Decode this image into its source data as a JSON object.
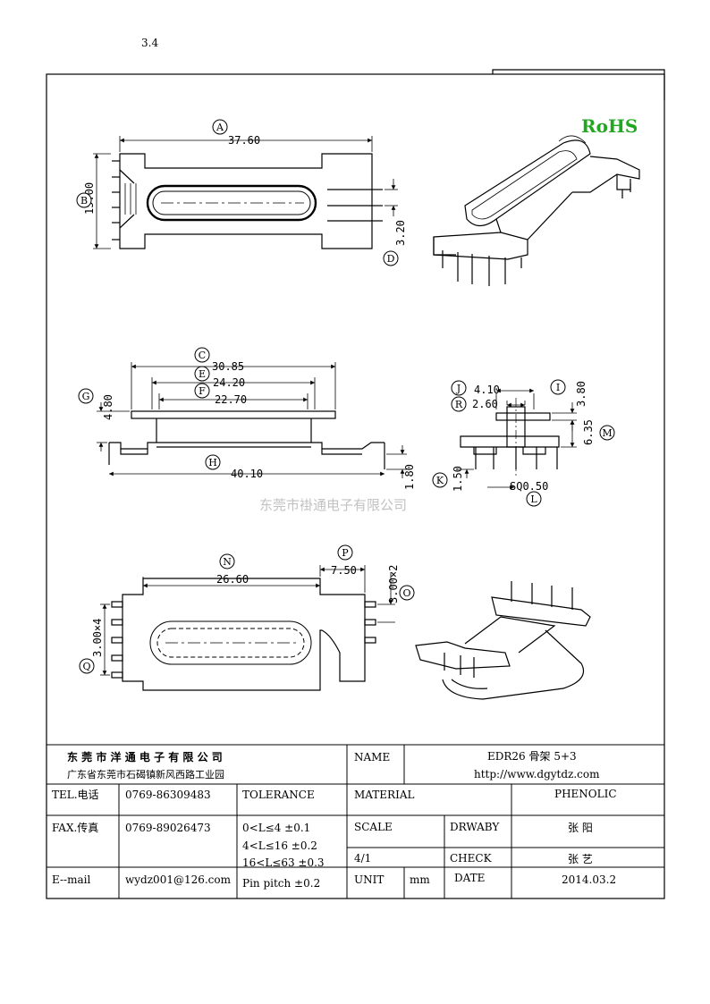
{
  "page_mark": "3.4",
  "rohs": "RoHS",
  "watermark": "东莞市褂通电子有限公司",
  "labels": [
    "A",
    "B",
    "C",
    "D",
    "E",
    "F",
    "G",
    "H",
    "I",
    "J",
    "K",
    "L",
    "M",
    "N",
    "O",
    "P",
    "Q",
    "R"
  ],
  "dims": {
    "a": "37.60",
    "b": "15.00",
    "d": "3.20",
    "c": "30.85",
    "e": "24.20",
    "f": "22.70",
    "g": "4.80",
    "h": "40.10",
    "h2": "1.80",
    "j": "4.10",
    "r": "2.60",
    "i": "3.80",
    "m": "6.35",
    "k": "1.50",
    "l": "SQ0.50",
    "n": "26.60",
    "p": "7.50",
    "o": "3.00×2",
    "q": "3.00×4"
  },
  "title_block": {
    "company": "东 莞 市 洋 通 电 子 有 限 公 司",
    "address": "广东省东莞市石碣镇新风西路工业园",
    "name_label": "NAME",
    "name_value": "EDR26 骨架 5+3",
    "website": "http://www.dgytdz.com",
    "tel_label": "TEL.电话",
    "tel_value": "0769-86309483",
    "tolerance_label": "TOLERANCE",
    "material_label": "MATERIAL",
    "material_value": "PHENOLIC",
    "fax_label": "FAX.传真",
    "fax_value": "0769-89026473",
    "tol1": "0<L≤4   ±0.1",
    "tol2": "4<L≤16  ±0.2",
    "tol3": "16<L≤63  ±0.3",
    "tol4": "Pin pitch  ±0.2",
    "scale_label": "SCALE",
    "drawby_label": "DRWABY",
    "drawby_value": "张 阳",
    "scale_value": "4/1",
    "check_label": "CHECK",
    "check_value": "张 艺",
    "email_label": "E--mail",
    "email_value": "wydz001@126.com",
    "unit_label": "UNIT",
    "unit_value": "mm",
    "date_label": "DATE",
    "date_value": "2014.03.2"
  }
}
